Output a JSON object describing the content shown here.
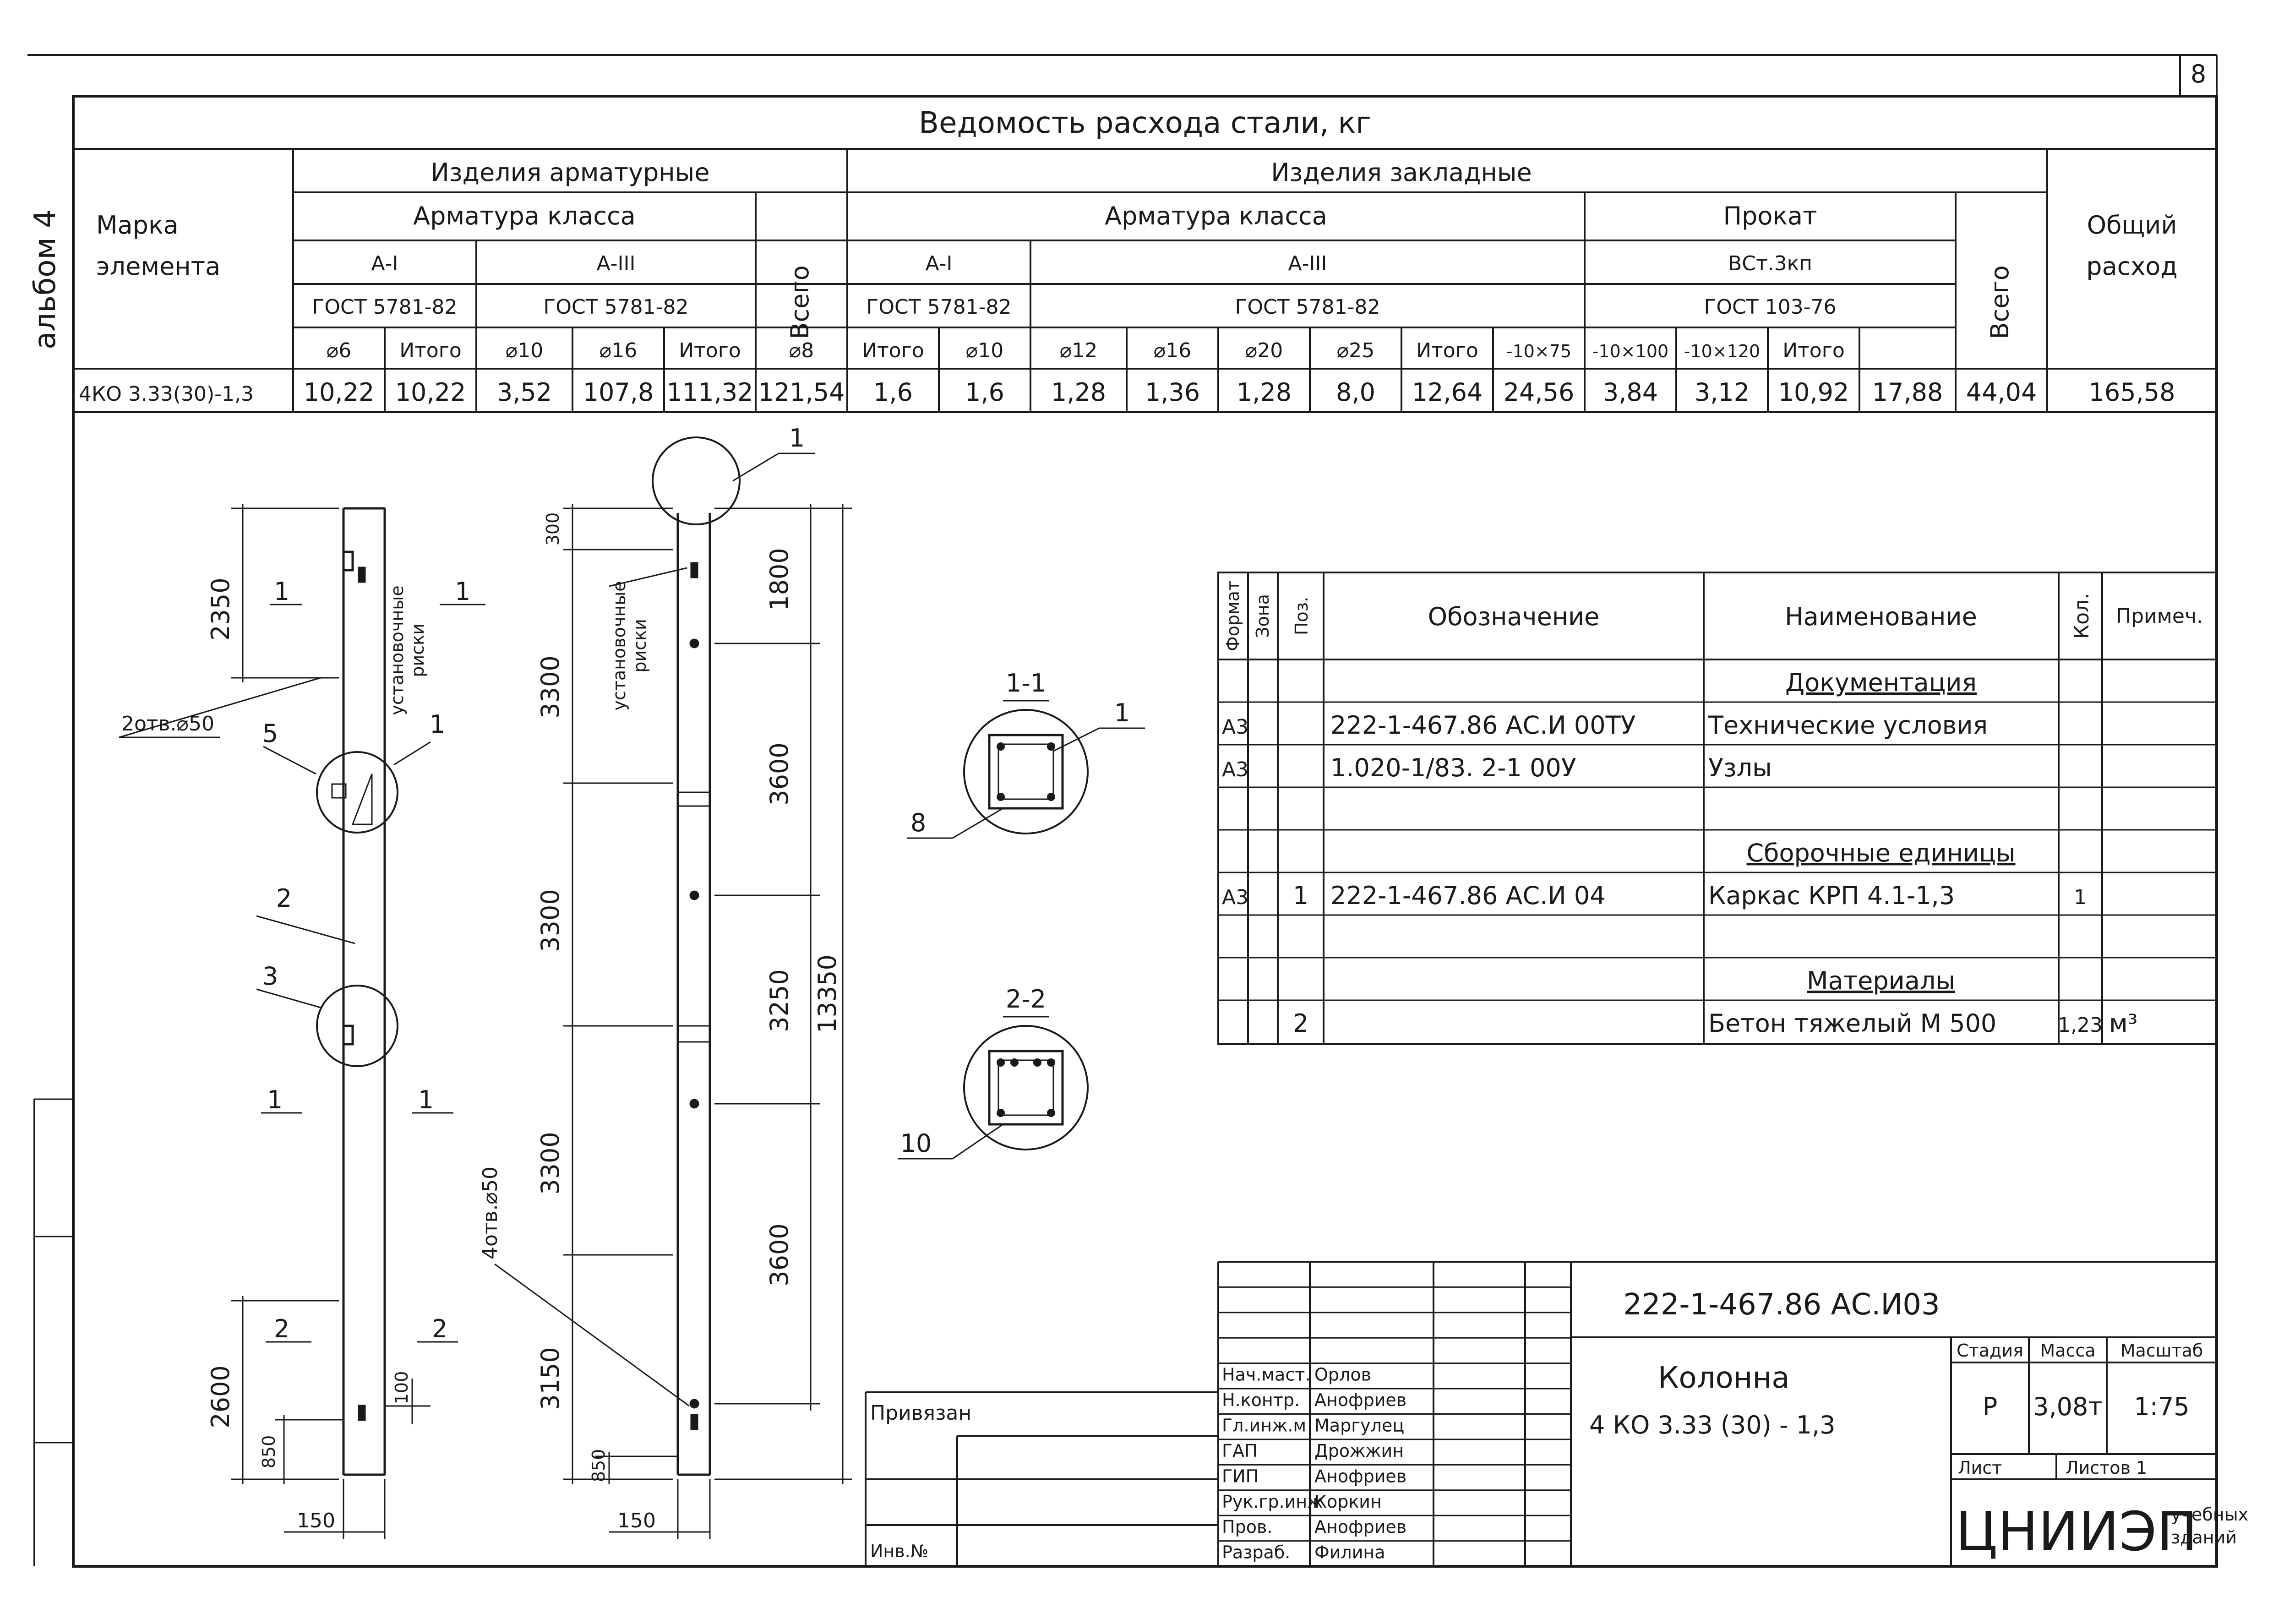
{
  "sheet_number": "8",
  "album_mark": "альбом 4",
  "steel": {
    "title": "Ведомость расхода стали, кг",
    "mark_header": [
      "Марка",
      "элемента"
    ],
    "reinf_header": "Изделия арматурные",
    "embed_header": "Изделия закладные",
    "armatura_klassa": "Арматура класса",
    "a1": "А-I",
    "a3": "А-III",
    "gost5781": "ГОСТ 5781-82",
    "prokat": "Прокат",
    "vst": "ВСт.3кп",
    "gost103": "ГОСТ 103-76",
    "vsego": "Всего",
    "total_header": [
      "Общий",
      "расход"
    ],
    "subcols": [
      "⌀6",
      "Итого",
      "⌀10",
      "⌀16",
      "Итого",
      "⌀8",
      "Итого",
      "⌀10",
      "⌀12",
      "⌀16",
      "⌀20",
      "⌀25",
      "Итого",
      "-10×75",
      "-10×100",
      "-10×120",
      "Итого"
    ],
    "row": [
      "4КО 3.33(30)-1,3",
      "10,22",
      "10,22",
      "3,52",
      "107,8",
      "111,32",
      "121,54",
      "1,6",
      "1,6",
      "1,28",
      "1,36",
      "1,28",
      "8,0",
      "12,64",
      "24,56",
      "3,84",
      "3,12",
      "10,92",
      "17,88",
      "44,04",
      "165,58"
    ]
  },
  "drawing": {
    "left": {
      "dims": [
        "2350",
        "2600",
        "850",
        "100",
        "150"
      ],
      "section_marks": [
        "1",
        "1",
        "1",
        "1",
        "2",
        "2"
      ],
      "callouts": [
        "5",
        "1",
        "2",
        "3"
      ],
      "holes": "2отв.⌀50",
      "risks": [
        "установочные",
        "риски"
      ]
    },
    "right": {
      "dims_left": [
        "300",
        "3300",
        "3300",
        "3300",
        "3150",
        "850",
        "150"
      ],
      "dims_right": [
        "1800",
        "3600",
        "3250",
        "3600",
        "13350"
      ],
      "callout": "1",
      "holes": "4отв.⌀50",
      "risks": [
        "установочные",
        "риски"
      ]
    },
    "sections": [
      {
        "label": "1-1",
        "callout": "8",
        "callout2": "1"
      },
      {
        "label": "2-2",
        "callout": "10"
      }
    ]
  },
  "spec": {
    "headers": [
      "Формат",
      "Зона",
      "Поз.",
      "Обозначение",
      "Наименование",
      "Кол.",
      "Примеч."
    ],
    "rows": [
      {
        "format": "",
        "zone": "",
        "pos": "",
        "designation": "",
        "name": "Документация",
        "qty": "",
        "note": "",
        "heading": true
      },
      {
        "format": "А3",
        "zone": "",
        "pos": "",
        "designation": "222-1-467.86   АС.И   00ТУ",
        "name": "Технические условия",
        "qty": "",
        "note": ""
      },
      {
        "format": "А3",
        "zone": "",
        "pos": "",
        "designation": "1.020-1/83. 2-1   00У",
        "name": "Узлы",
        "qty": "",
        "note": ""
      },
      {
        "format": "",
        "zone": "",
        "pos": "",
        "designation": "",
        "name": "",
        "qty": "",
        "note": ""
      },
      {
        "format": "",
        "zone": "",
        "pos": "",
        "designation": "",
        "name": "Сборочные единицы",
        "qty": "",
        "note": "",
        "heading": true
      },
      {
        "format": "А3",
        "zone": "",
        "pos": "1",
        "designation": "222-1-467.86        АС.И 04",
        "name": "Каркас  КРП 4.1-1,3",
        "qty": "1",
        "note": ""
      },
      {
        "format": "",
        "zone": "",
        "pos": "",
        "designation": "",
        "name": "",
        "qty": "",
        "note": ""
      },
      {
        "format": "",
        "zone": "",
        "pos": "",
        "designation": "",
        "name": "Материалы",
        "qty": "",
        "note": "",
        "heading": true
      },
      {
        "format": "",
        "zone": "",
        "pos": "2",
        "designation": "",
        "name": "Бетон тяжелый  М 500",
        "qty": "1,23",
        "note": "м³"
      }
    ]
  },
  "title_block": {
    "code": "222-1-467.86        АС.И03",
    "name": "Колонна",
    "mark": "4 КО 3.33 (30) - 1,3",
    "stage_h": "Стадия",
    "mass_h": "Масса",
    "scale_h": "Масштаб",
    "stage": "Р",
    "mass": "3,08т",
    "scale": "1:75",
    "list": "Лист",
    "lists": "Листов 1",
    "org_big": "ЦНИИЭП",
    "org_small": [
      "учебных",
      "зданий"
    ],
    "privyazan": "Привязан",
    "inv": "Инв.№",
    "people": [
      {
        "role": "Нач.маст.",
        "name": "Орлов"
      },
      {
        "role": "Н.контр.",
        "name": "Анофриев"
      },
      {
        "role": "Гл.инж.м",
        "name": "Маргулец"
      },
      {
        "role": "ГАП",
        "name": "Дрожжин"
      },
      {
        "role": "ГИП",
        "name": "Анофриев"
      },
      {
        "role": "Рук.гр.инж",
        "name": "Коркин"
      },
      {
        "role": "Пров.",
        "name": "Анофриев"
      },
      {
        "role": "Разраб.",
        "name": "Филина"
      }
    ]
  }
}
